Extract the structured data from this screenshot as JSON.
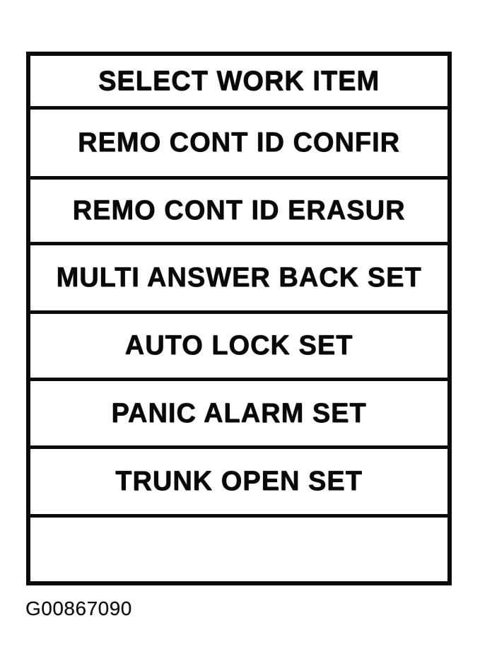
{
  "screen": {
    "title": "SELECT WORK ITEM",
    "menu_items": [
      "REMO CONT ID CONFIR",
      "REMO CONT ID ERASUR",
      "MULTI ANSWER BACK SET",
      "AUTO LOCK SET",
      "PANIC ALARM SET",
      "TRUNK OPEN SET"
    ]
  },
  "figure_label": "G00867090",
  "colors": {
    "ink": "#0b0b0b",
    "paper": "#ffffff"
  }
}
